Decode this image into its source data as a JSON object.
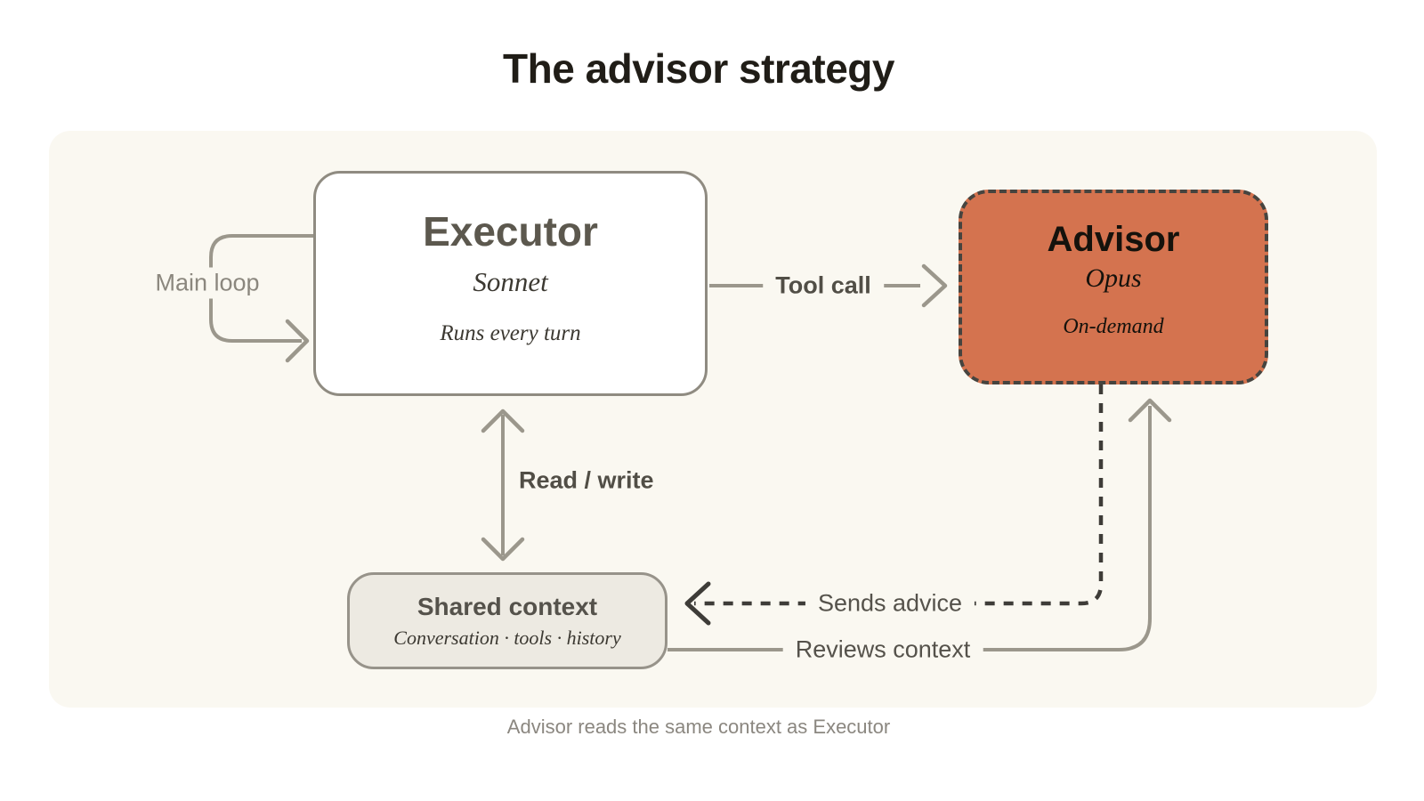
{
  "title": "The advisor strategy",
  "caption": "Advisor reads the same context as Executor",
  "nodes": {
    "executor": {
      "title": "Executor",
      "subtitle": "Sonnet",
      "note": "Runs every turn"
    },
    "advisor": {
      "title": "Advisor",
      "subtitle": "Opus",
      "note": "On-demand"
    },
    "shared_context": {
      "title": "Shared context",
      "subtitle": "Conversation · tools · history"
    }
  },
  "edges": {
    "main_loop": "Main loop",
    "tool_call": "Tool call",
    "read_write": "Read / write",
    "sends_advice": "Sends advice",
    "reviews_context": "Reviews context"
  },
  "colors": {
    "page_bg": "#ffffff",
    "panel_bg": "#faf8f1",
    "line_gray": "#9b978c",
    "dark_dash": "#3e3c38",
    "node_border": "#8f8b81",
    "advisor_fill": "#d4734f",
    "advisor_border": "#46443f",
    "shared_fill": "#edeae2",
    "shared_border": "#97938a",
    "title_color": "#201d17",
    "exec_title": "#5c584e",
    "serif_dark": "#3c3932",
    "label_dark": "#514e46",
    "label_mid": "#55524b",
    "label_light": "#8b877e",
    "advisor_text": "#15120c",
    "caption_color": "#8b8780"
  }
}
